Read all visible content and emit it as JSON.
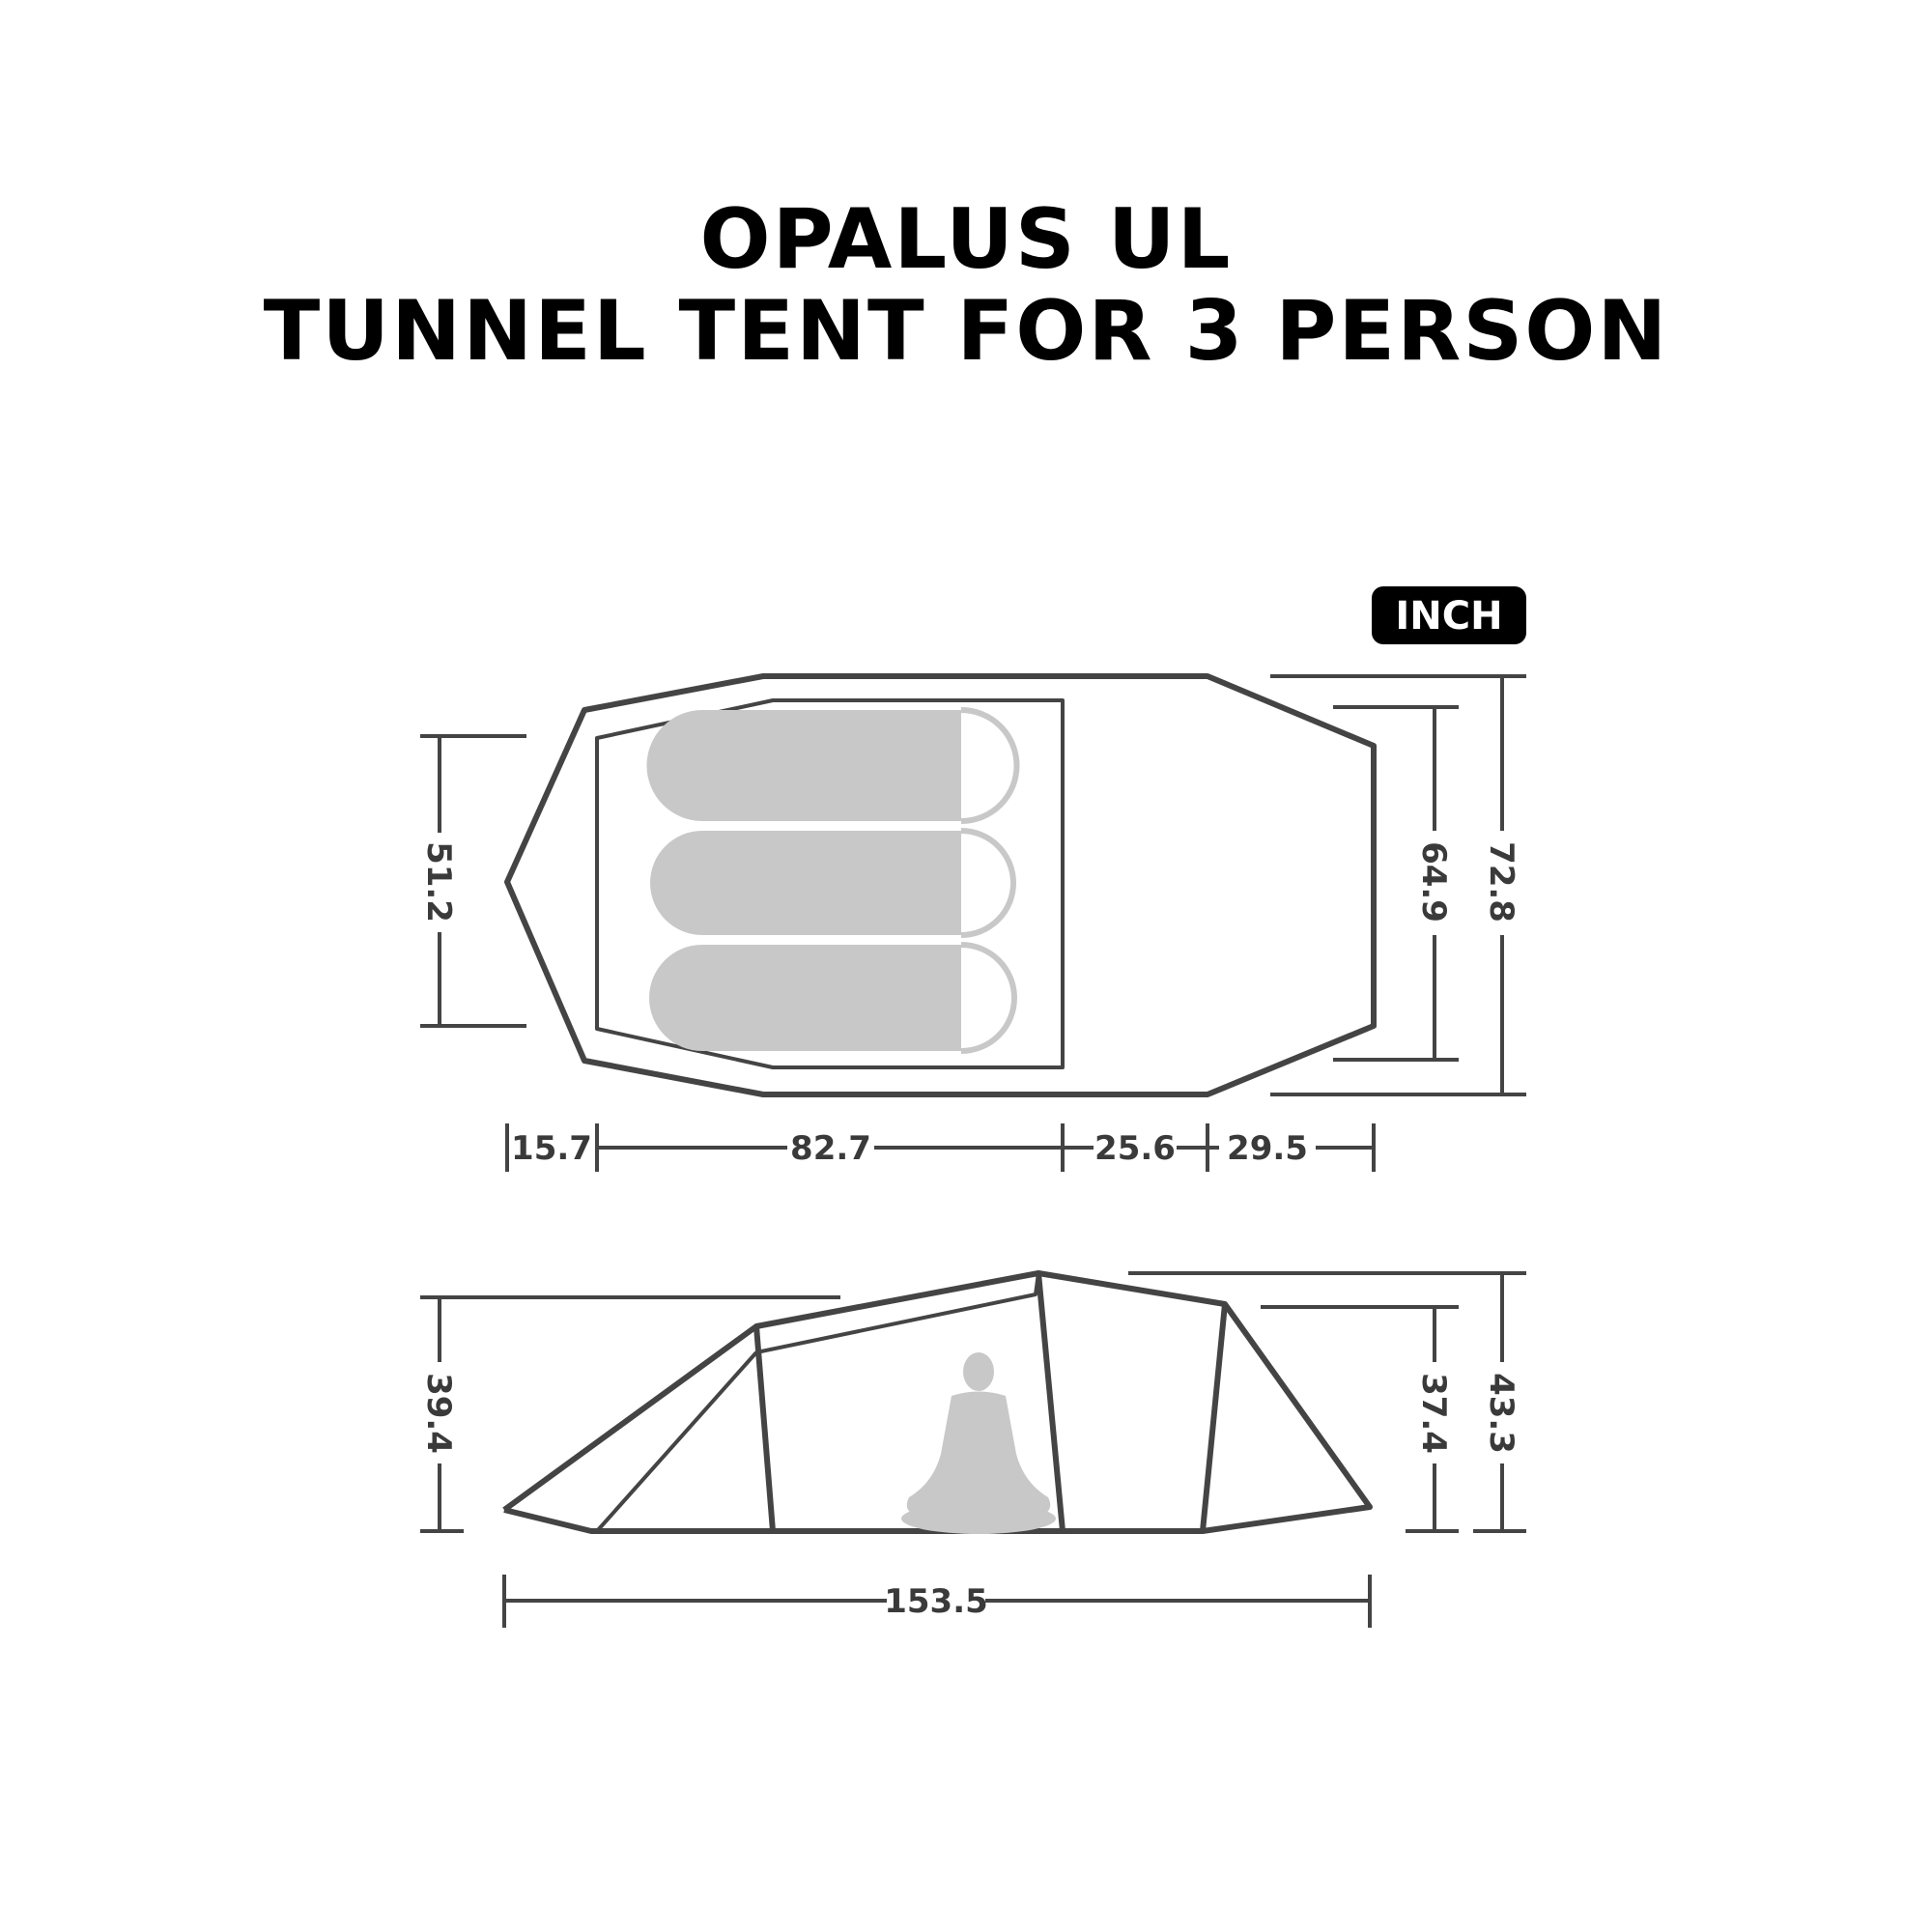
{
  "title": {
    "line1": "OPALUS UL",
    "line2": "TUNNEL TENT FOR 3 PERSON"
  },
  "unit_badge": "INCH",
  "top_view": {
    "width_dims": {
      "inner_left": "51.2",
      "inner_right": "64.9",
      "outer_right": "72.8"
    },
    "length_dims": [
      "15.7",
      "82.7",
      "25.6",
      "29.5"
    ],
    "sleeping_bags": 3
  },
  "side_view": {
    "height_dims": {
      "left": "39.4",
      "right_inner": "37.4",
      "right_outer": "43.3"
    },
    "total_length": "153.5"
  },
  "colors": {
    "line": "#444444",
    "fill_gray": "#c8c8c8",
    "badge_bg": "#000000"
  }
}
